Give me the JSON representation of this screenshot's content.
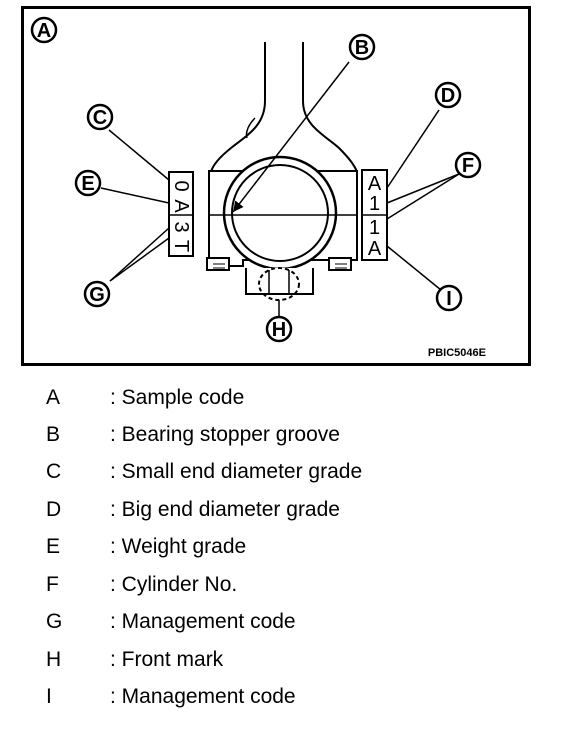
{
  "figure": {
    "panel_letter": "A",
    "figure_code": "PBIC5046E",
    "callouts": {
      "B": "B",
      "C": "C",
      "D": "D",
      "E": "E",
      "F": "F",
      "G": "G",
      "H": "H",
      "I": "I"
    },
    "left_stamp": [
      "0",
      "A",
      "3",
      "T"
    ],
    "right_stamp": [
      "A",
      "1",
      "1",
      "A"
    ]
  },
  "legend": [
    {
      "key": "A",
      "text": ": Sample code"
    },
    {
      "key": "B",
      "text": ": Bearing stopper groove"
    },
    {
      "key": "C",
      "text": ": Small end diameter grade"
    },
    {
      "key": "D",
      "text": ": Big end diameter grade"
    },
    {
      "key": "E",
      "text": ": Weight grade"
    },
    {
      "key": "F",
      "text": ": Cylinder No."
    },
    {
      "key": "G",
      "text": ": Management code"
    },
    {
      "key": "H",
      "text": ": Front mark"
    },
    {
      "key": "I",
      "text": ": Management code"
    }
  ]
}
